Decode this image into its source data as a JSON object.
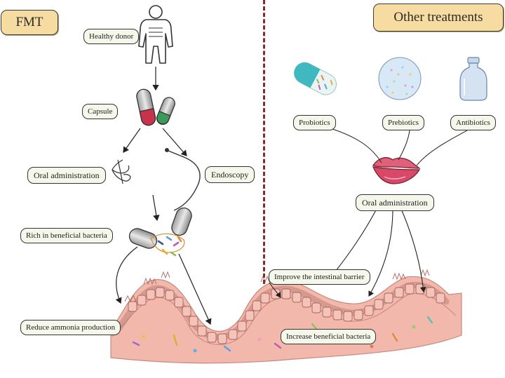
{
  "sections": {
    "left_title": "FMT",
    "right_title": "Other treatments"
  },
  "labels": {
    "healthy_donor": "Healthy donor",
    "capsule": "Capsule",
    "oral_administration_left": "Oral administration",
    "endoscopy": "Endoscopy",
    "rich_bacteria": "Rich in beneficial bacteria",
    "reduce_ammonia": "Reduce ammonia production",
    "probiotics": "Probiotics",
    "prebiotics": "Prebiotics",
    "antibiotics": "Antibiotics",
    "oral_administration_right": "Oral administration",
    "improve_barrier": "Improve the intestinal barrier",
    "increase_bacteria": "Increase beneficial bacteria"
  },
  "colors": {
    "tag_fill": "#f6dca0",
    "label_fill": "#f4f7ea",
    "divider": "#8a2b2b",
    "intestine": "#f2b8ac",
    "lips": "#e0607a",
    "capsule_red": "#c8324a",
    "capsule_green": "#3a9a5a",
    "probiotic_teal": "#3fb8c0"
  },
  "icons": [
    "person-icon",
    "capsule-icon",
    "lips-icon",
    "endoscope-icon",
    "open-capsule-icon",
    "probiotic-capsule-icon",
    "prebiotic-sphere-icon",
    "antibiotic-bottle-icon",
    "intestine-illustration"
  ]
}
